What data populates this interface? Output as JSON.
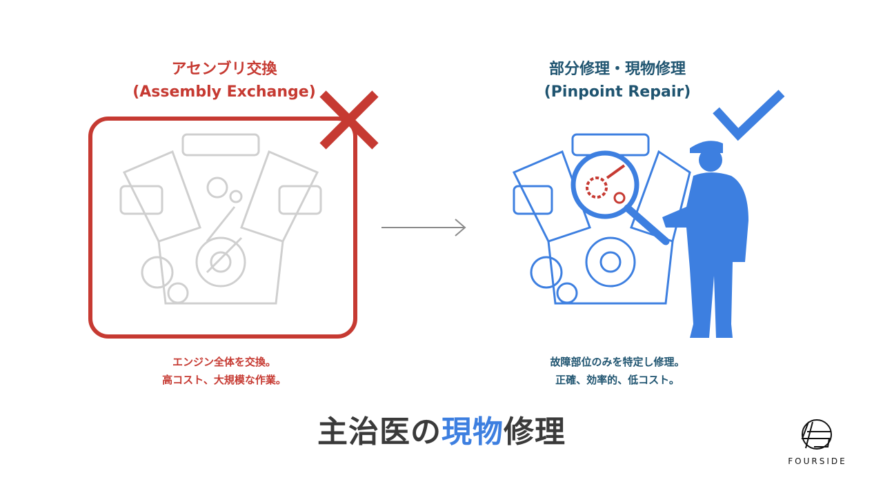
{
  "left_panel": {
    "title_ja": "アセンブリ交換",
    "title_en": "(Assembly Exchange)",
    "desc_line1": "エンジン全体を交換。",
    "desc_line2": "高コスト、大規模な作業。",
    "mark": "x-mark",
    "color": "#c63a32"
  },
  "right_panel": {
    "title_ja": "部分修理・現物修理",
    "title_en": "(Pinpoint Repair)",
    "desc_line1": "故障部位のみを特定し修理。",
    "desc_line2": "正確、効率的、低コスト。",
    "mark": "check-mark",
    "color": "#3d7fe0"
  },
  "main_title": {
    "part1": "主治医の",
    "accent": "現物",
    "part2": "修理"
  },
  "logo": {
    "text": "FOURSIDE"
  }
}
